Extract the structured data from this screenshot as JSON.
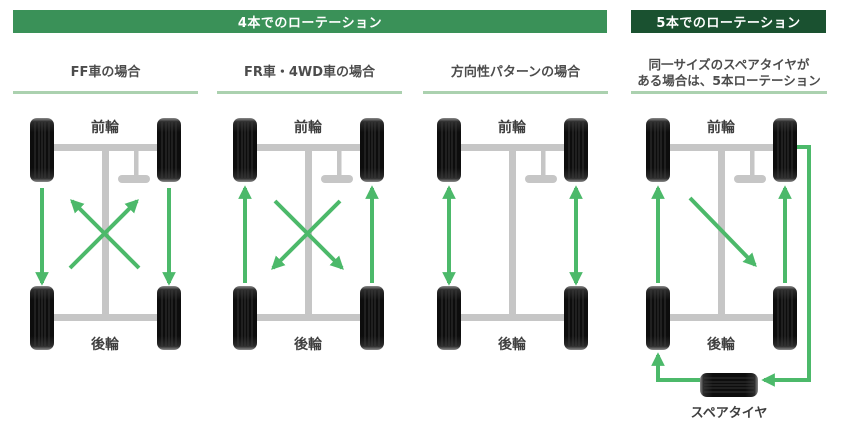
{
  "page_bg": "#ffffff",
  "sections": {
    "four": {
      "header": "4本でのローテーション"
    },
    "five": {
      "header": "5本でのローテーション"
    }
  },
  "colors": {
    "four_header_bg": "#3a9158",
    "five_header_bg": "#1a5130",
    "arrow_green": "#4cb96a",
    "underline_green": "#abd1af",
    "chassis_gray": "#c6c6c6",
    "tire_black": "#0d0d0d",
    "title_text": "#4c4c4c",
    "label_text": "#3f3f3f"
  },
  "diagrams": [
    {
      "id": "ff",
      "title_lines": [
        "FF車の場合"
      ],
      "pattern": "ff",
      "front_label": "前輪",
      "rear_label": "後輪"
    },
    {
      "id": "fr-4wd",
      "title_lines": [
        "FR車・4WD車の場合"
      ],
      "pattern": "fr",
      "front_label": "前輪",
      "rear_label": "後輪"
    },
    {
      "id": "directional",
      "title_lines": [
        "方向性パターンの場合"
      ],
      "pattern": "directional",
      "front_label": "前輪",
      "rear_label": "後輪"
    },
    {
      "id": "five-tire",
      "title_lines": [
        "同一サイズのスペアタイヤが",
        "ある場合は、5本ローテーション"
      ],
      "pattern": "five",
      "front_label": "前輪",
      "rear_label": "後輪",
      "spare_label": "スペアタイヤ"
    }
  ]
}
